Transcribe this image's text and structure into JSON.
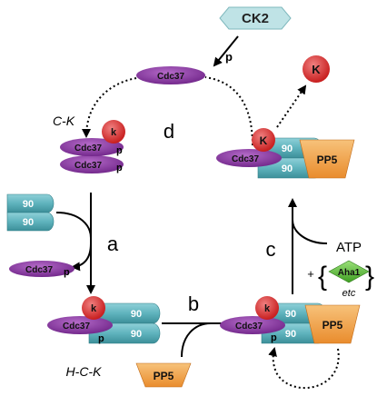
{
  "colors": {
    "cdc37_fill": "#8e3aa6",
    "kinase_fill": "#d63a3a",
    "hsp90_fill": "#5fb3bd",
    "pp5_fill": "#f0a14a",
    "ck2_fill": "#bfe3e6",
    "aha1_fill": "#5fbf3a",
    "arrow": "#000000"
  },
  "ck2": {
    "label": "CK2",
    "p_label": "p"
  },
  "top_cdc37": {
    "label": "Cdc37"
  },
  "released_kinase": {
    "label": "K"
  },
  "ck_complex": {
    "title": "C-K",
    "kinase": "k",
    "cdc37_top": "Cdc37",
    "cdc37_bottom": "Cdc37",
    "p_top": "p",
    "p_bottom": "p"
  },
  "step_labels": {
    "a": "a",
    "b": "b",
    "c": "c",
    "d": "d"
  },
  "hsp90_dimer_left": {
    "top": "90",
    "bottom": "90"
  },
  "released_cdc37": {
    "label": "Cdc37",
    "p": "p"
  },
  "hck_complex": {
    "title": "H-C-K",
    "kinase": "k",
    "cdc37": "Cdc37",
    "p": "p",
    "hsp_top": "90",
    "hsp_bottom": "90"
  },
  "pp5_free": {
    "label": "PP5"
  },
  "right_bottom_complex": {
    "kinase": "k",
    "cdc37": "Cdc37",
    "p": "p",
    "hsp_top": "90",
    "hsp_bottom": "90",
    "pp5": "PP5"
  },
  "atp": {
    "label": "ATP",
    "plus": "+",
    "aha1": "Aha1",
    "etc": "etc"
  },
  "right_top_complex": {
    "kinase": "K",
    "cdc37": "Cdc37",
    "hsp_top": "90",
    "hsp_bottom": "90",
    "pp5": "PP5"
  }
}
